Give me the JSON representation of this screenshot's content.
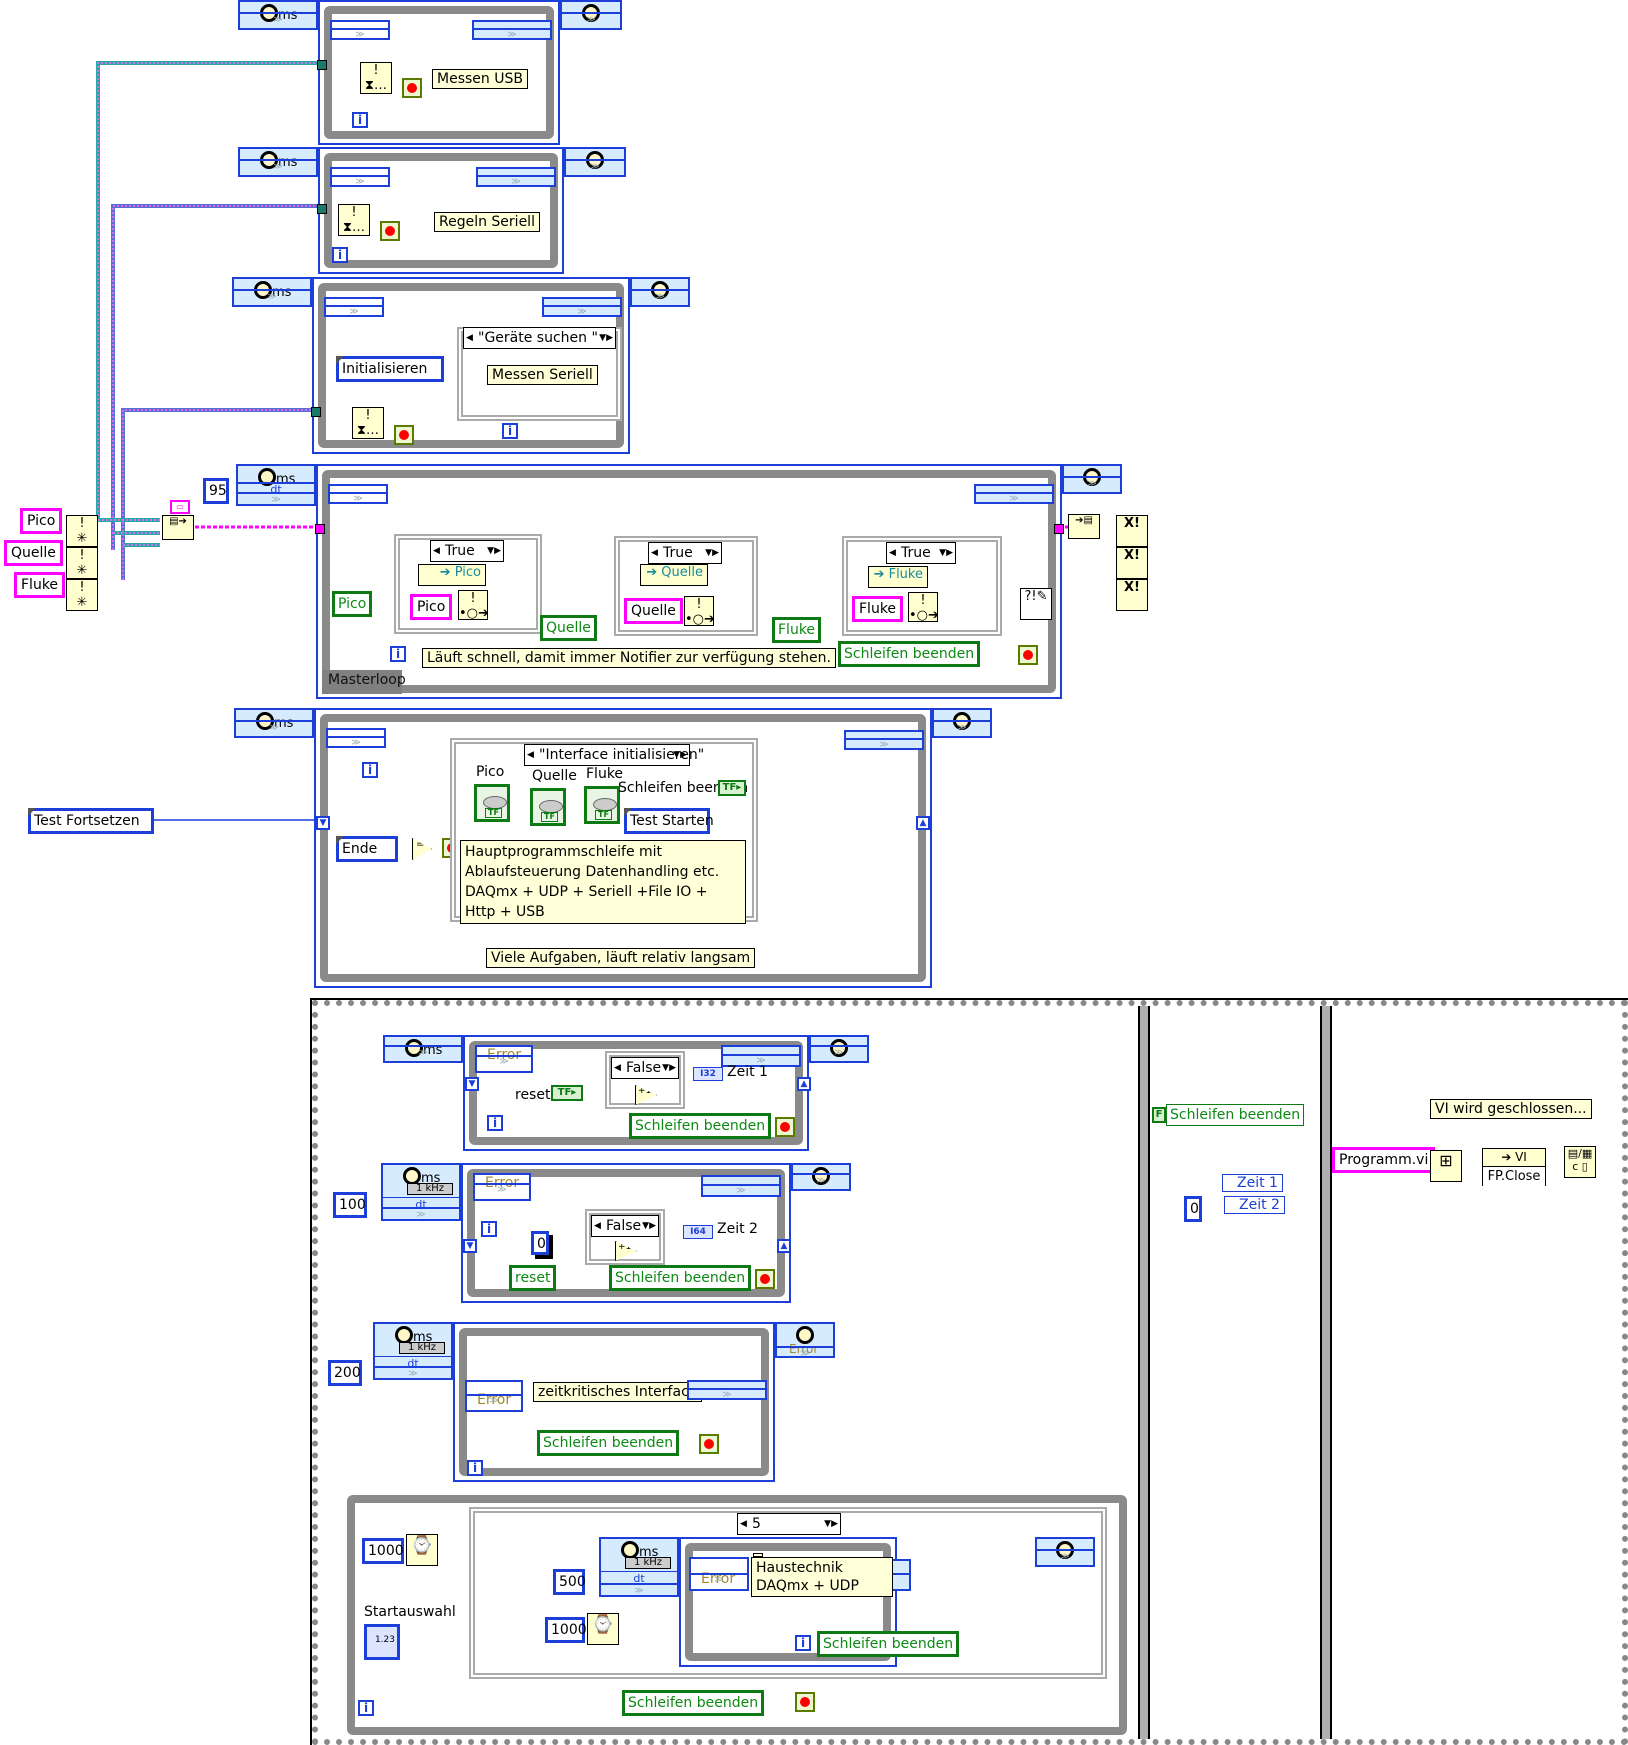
{
  "diagram": {
    "loops": {
      "usb": {
        "comment": "Messen USB",
        "timing_unit": "ms"
      },
      "serial_control": {
        "comment": "Regeln Seriell",
        "timing_unit": "ms"
      },
      "serial_measure": {
        "enum_value": "Initialisieren",
        "case_selector": "\"Geräte suchen \"",
        "comment": "Messen Seriell",
        "timing_unit": "ms"
      },
      "master": {
        "period_const": "95",
        "dt_label": "dt",
        "timing_unit": "ms",
        "label": "Masterloop",
        "cases": [
          {
            "selector": "True",
            "property": "Pico",
            "name_const": "Pico",
            "local_var": "Pico"
          },
          {
            "selector": "True",
            "property": "Quelle",
            "name_const": "Quelle",
            "local_var": "Quelle"
          },
          {
            "selector": "True",
            "property": "Fluke",
            "name_const": "Fluke",
            "local_var": "Fluke"
          }
        ],
        "stop_local": "Schleifen beenden",
        "comment": "Läuft schnell, damit immer Notifier zur verfügung stehen."
      },
      "main": {
        "outer_enum": "Test Fortsetzen",
        "ende_enum": "Ende",
        "case_selector": "\"Interface initialisieren\"",
        "controls": [
          "Pico",
          "Quelle",
          "Fluke"
        ],
        "stop_label": "Schleifen beenden",
        "inner_enum": "Test Starten",
        "comment": "Hauptprogrammschleife mit Ablaufsteuerung Datenhandling etc.  DAQmx + UDP + Seriell +File IO + Http + USB",
        "comment2": "Viele Aufgaben, läuft relativ langsam",
        "timing_unit": "ms"
      }
    },
    "notifier_names": [
      "Pico",
      "Quelle",
      "Fluke"
    ],
    "sequence": {
      "frame1": {
        "loop1": {
          "error": "Error",
          "selector": "False",
          "indicator_type": "I32",
          "indicator": "Zeit 1",
          "reset_label": "reset",
          "stop_local": "Schleifen beenden",
          "timing_unit": "ms"
        },
        "loop2": {
          "period": "100",
          "clock": "1 kHz",
          "dt": "dt",
          "error": "Error",
          "const": "0",
          "selector": "False",
          "indicator_type": "I64",
          "indicator": "Zeit 2",
          "reset_local": "reset",
          "stop_local": "Schleifen beenden",
          "timing_unit": "ms"
        },
        "loop3": {
          "period": "200",
          "clock": "1 kHz",
          "dt": "dt",
          "error": "Error",
          "comment": "zeitkritisches Interface",
          "stop_local": "Schleifen beenden",
          "out_error": "Error",
          "timing_unit": "ms"
        },
        "loop4": {
          "wait_const": "1000",
          "control_label": "Startauswahl",
          "control_type": "I32",
          "selector": "5",
          "inner_period": "500",
          "inner_clock": "1 kHz",
          "inner_dt": "dt",
          "inner_wait": "1000",
          "inner_error": "Error",
          "inner_comment": "Haustechnik DAQmx + UDP",
          "inner_stop_local": "Schleifen beenden",
          "stop_local": "Schleifen beenden",
          "timing_unit": "ms"
        }
      },
      "frame2": {
        "bool_const": "F",
        "stop_local": "Schleifen beenden",
        "zero_const": "0",
        "locals": [
          "Zeit 1",
          "Zeit 2"
        ]
      },
      "frame3": {
        "comment": "VI wird geschlossen...",
        "path_const": "Programm.vi",
        "invoke_class": "VI",
        "invoke_method": "FP.Close"
      }
    }
  }
}
